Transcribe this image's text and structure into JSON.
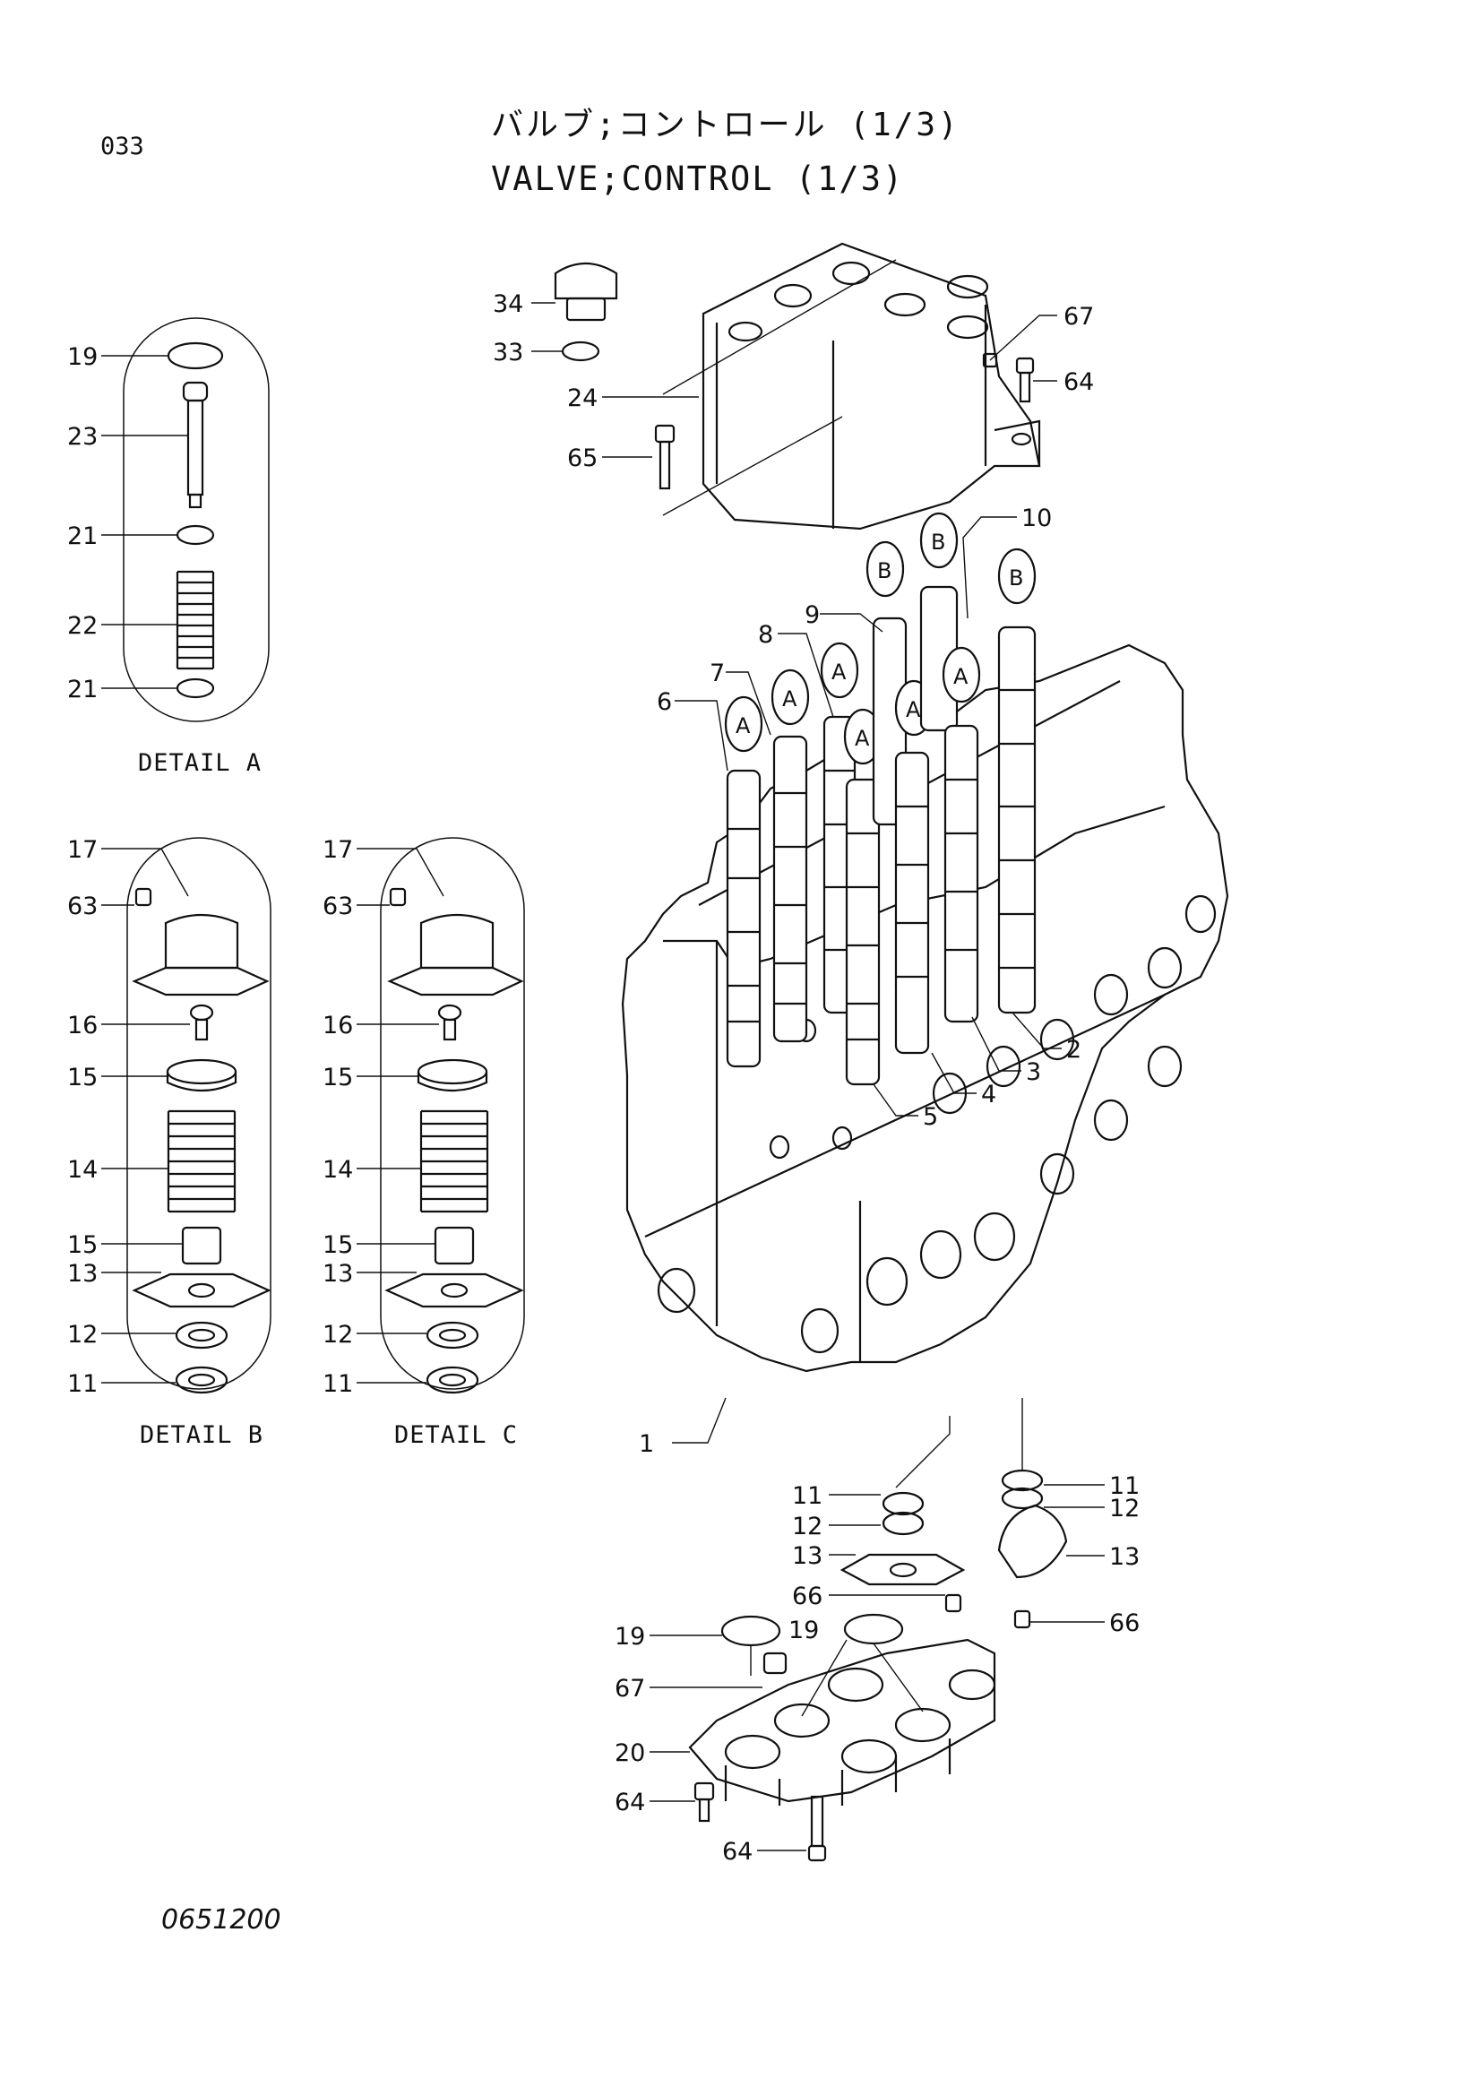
{
  "header": {
    "page_number": "033",
    "title_jp": "バルブ;コントロール (1/3)",
    "title_en": "VALVE;CONTROL (1/3)"
  },
  "footer": {
    "drawing_number": "0651200"
  },
  "details": {
    "a": {
      "caption": "DETAIL A",
      "labels": [
        "19",
        "23",
        "21",
        "22",
        "21"
      ]
    },
    "b": {
      "caption": "DETAIL B",
      "labels": [
        "17",
        "63",
        "16",
        "15",
        "14",
        "15",
        "13",
        "12",
        "11"
      ]
    },
    "c": {
      "caption": "DETAIL C",
      "labels": [
        "17",
        "63",
        "16",
        "15",
        "14",
        "15",
        "13",
        "12",
        "11"
      ]
    }
  },
  "main": {
    "callouts": [
      "34",
      "33",
      "24",
      "65",
      "67",
      "64",
      "10",
      "9",
      "8",
      "7",
      "6",
      "2",
      "3",
      "4",
      "5",
      "1",
      "11",
      "12",
      "13",
      "66",
      "11",
      "12",
      "13",
      "66",
      "19",
      "19",
      "67",
      "20",
      "64",
      "64"
    ],
    "spool_bubbles": [
      "B",
      "B",
      "B",
      "A",
      "A",
      "A",
      "A",
      "A",
      "A"
    ]
  }
}
